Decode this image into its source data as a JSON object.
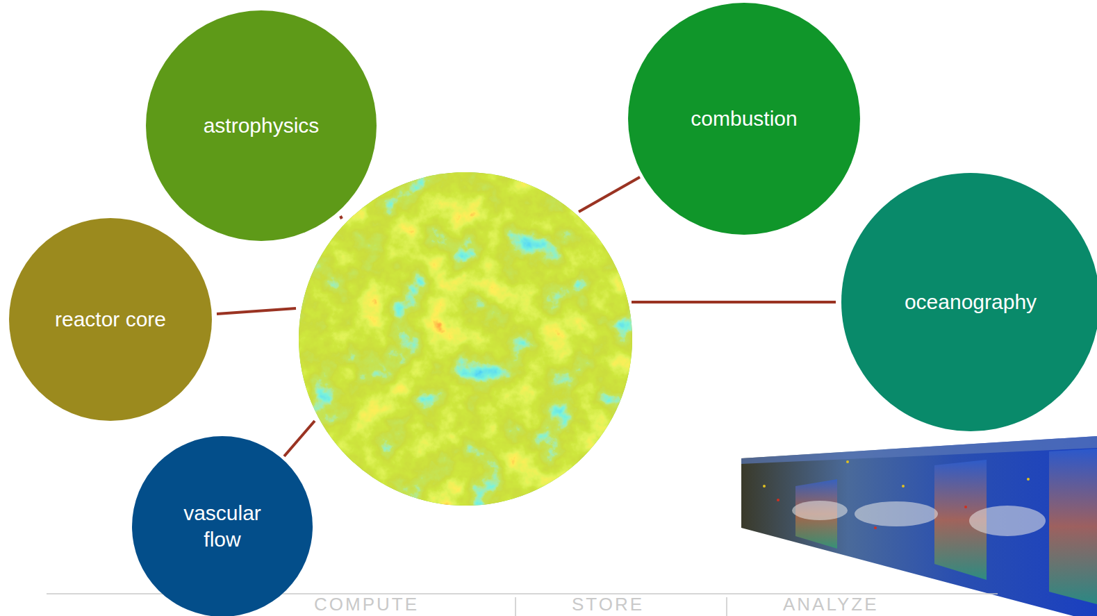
{
  "diagram": {
    "nodes": [
      {
        "text": [
          "astrophysics"
        ]
      },
      {
        "text": [
          "combustion"
        ]
      },
      {
        "text": [
          "reactor core"
        ]
      },
      {
        "text": [
          "oceanography"
        ]
      },
      {
        "text": [
          "vascular flow"
        ]
      }
    ],
    "labels": [
      "COMPUTE",
      "STORE",
      "ANALYZE"
    ]
  }
}
